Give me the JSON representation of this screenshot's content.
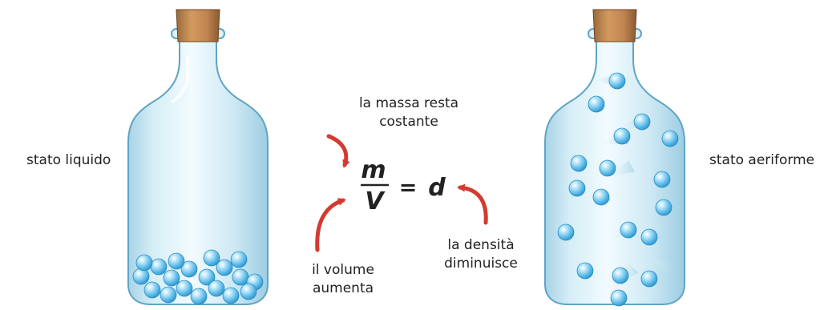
{
  "labels": {
    "liquid_state": "stato liquido",
    "gas_state": "stato aeriforme",
    "mass_note": [
      "la massa resta",
      "costante"
    ],
    "volume_note": [
      "il volume",
      "aumenta"
    ],
    "density_note": [
      "la densità",
      "diminuisce"
    ]
  },
  "formula": {
    "numerator": "m",
    "denominator": "V",
    "equals": "=",
    "result": "d"
  },
  "colors": {
    "glass_edge": "#5fa4c4",
    "glass_light": "#eef8fc",
    "glass_mid": "#c9e6f2",
    "cork": "#b9824f",
    "cork_dark": "#8a5a30",
    "particle": "#4fb3e6",
    "particle_light": "#d8f1fc",
    "arrow_red": "#d43a2f"
  }
}
